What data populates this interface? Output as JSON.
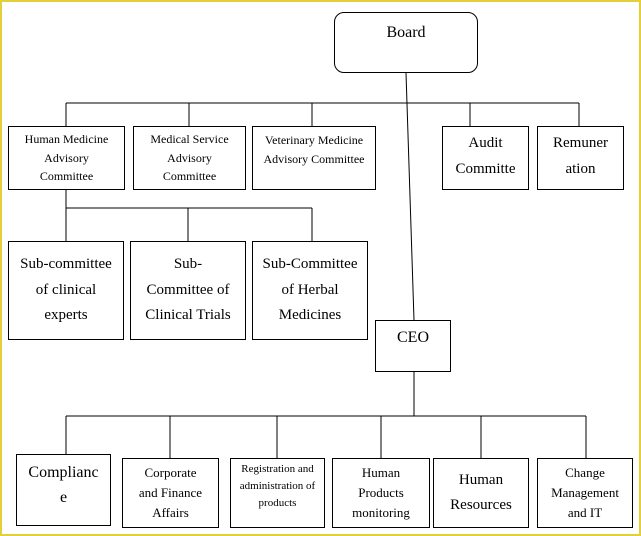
{
  "board": "Board",
  "ceo": "CEO",
  "committees": {
    "human_medicine": "Human Medicine\nAdvisory\nCommittee",
    "medical_service": "Medical Service\nAdvisory\nCommittee",
    "veterinary": "Veterinary Medicine\nAdvisory Committee",
    "audit": "Audit\nCommitte",
    "remuneration": "Remuner\nation"
  },
  "subcommittees": {
    "clinical_experts": "Sub-committee\nof clinical\nexperts",
    "clinical_trials": "Sub-\nCommittee of\nClinical Trials",
    "herbal_medicines": "Sub-Committee\nof Herbal\nMedicines"
  },
  "departments": {
    "compliance": "Complianc\ne",
    "corporate_finance": "Corporate\nand Finance\nAffairs",
    "registration": "Registration and\nadministration of\nproducts",
    "products_monitoring": "Human\nProducts\nmonitoring",
    "human_resources": "Human\nResources",
    "change_management": "Change\nManagement\nand IT"
  },
  "colors": {
    "frame": "#e3cf3a",
    "line": "#000000"
  }
}
